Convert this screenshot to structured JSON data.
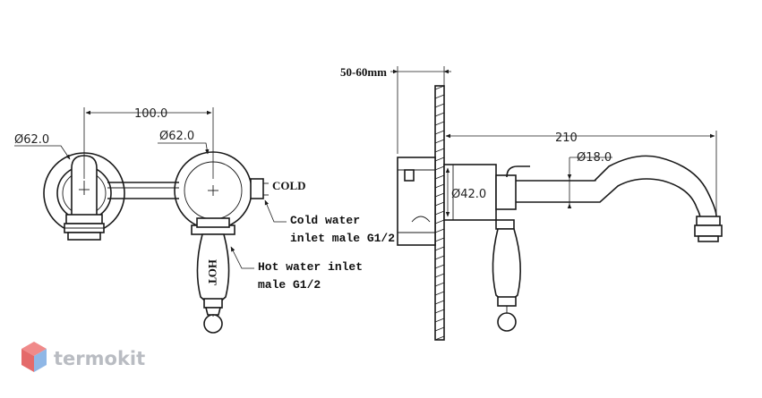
{
  "dimensions": {
    "center_distance": "100.0",
    "left_diameter": "Ø62.0",
    "right_diameter": "Ø62.0",
    "wall_thickness": "50-60mm",
    "spout_length": "210",
    "spout_diameter": "Ø18.0",
    "body_diameter": "Ø42.0"
  },
  "labels": {
    "cold_tag": "COLD",
    "hot_tag": "HOT",
    "cold_line1": "Cold water",
    "cold_line2": "inlet male G1/2",
    "hot_line1": "Hot water inlet",
    "hot_line2": "male G1/2"
  },
  "brand": {
    "name": "termokit",
    "colors": {
      "top": "#f08a8a",
      "left": "#e46a6a",
      "right": "#8fb7e6"
    }
  }
}
